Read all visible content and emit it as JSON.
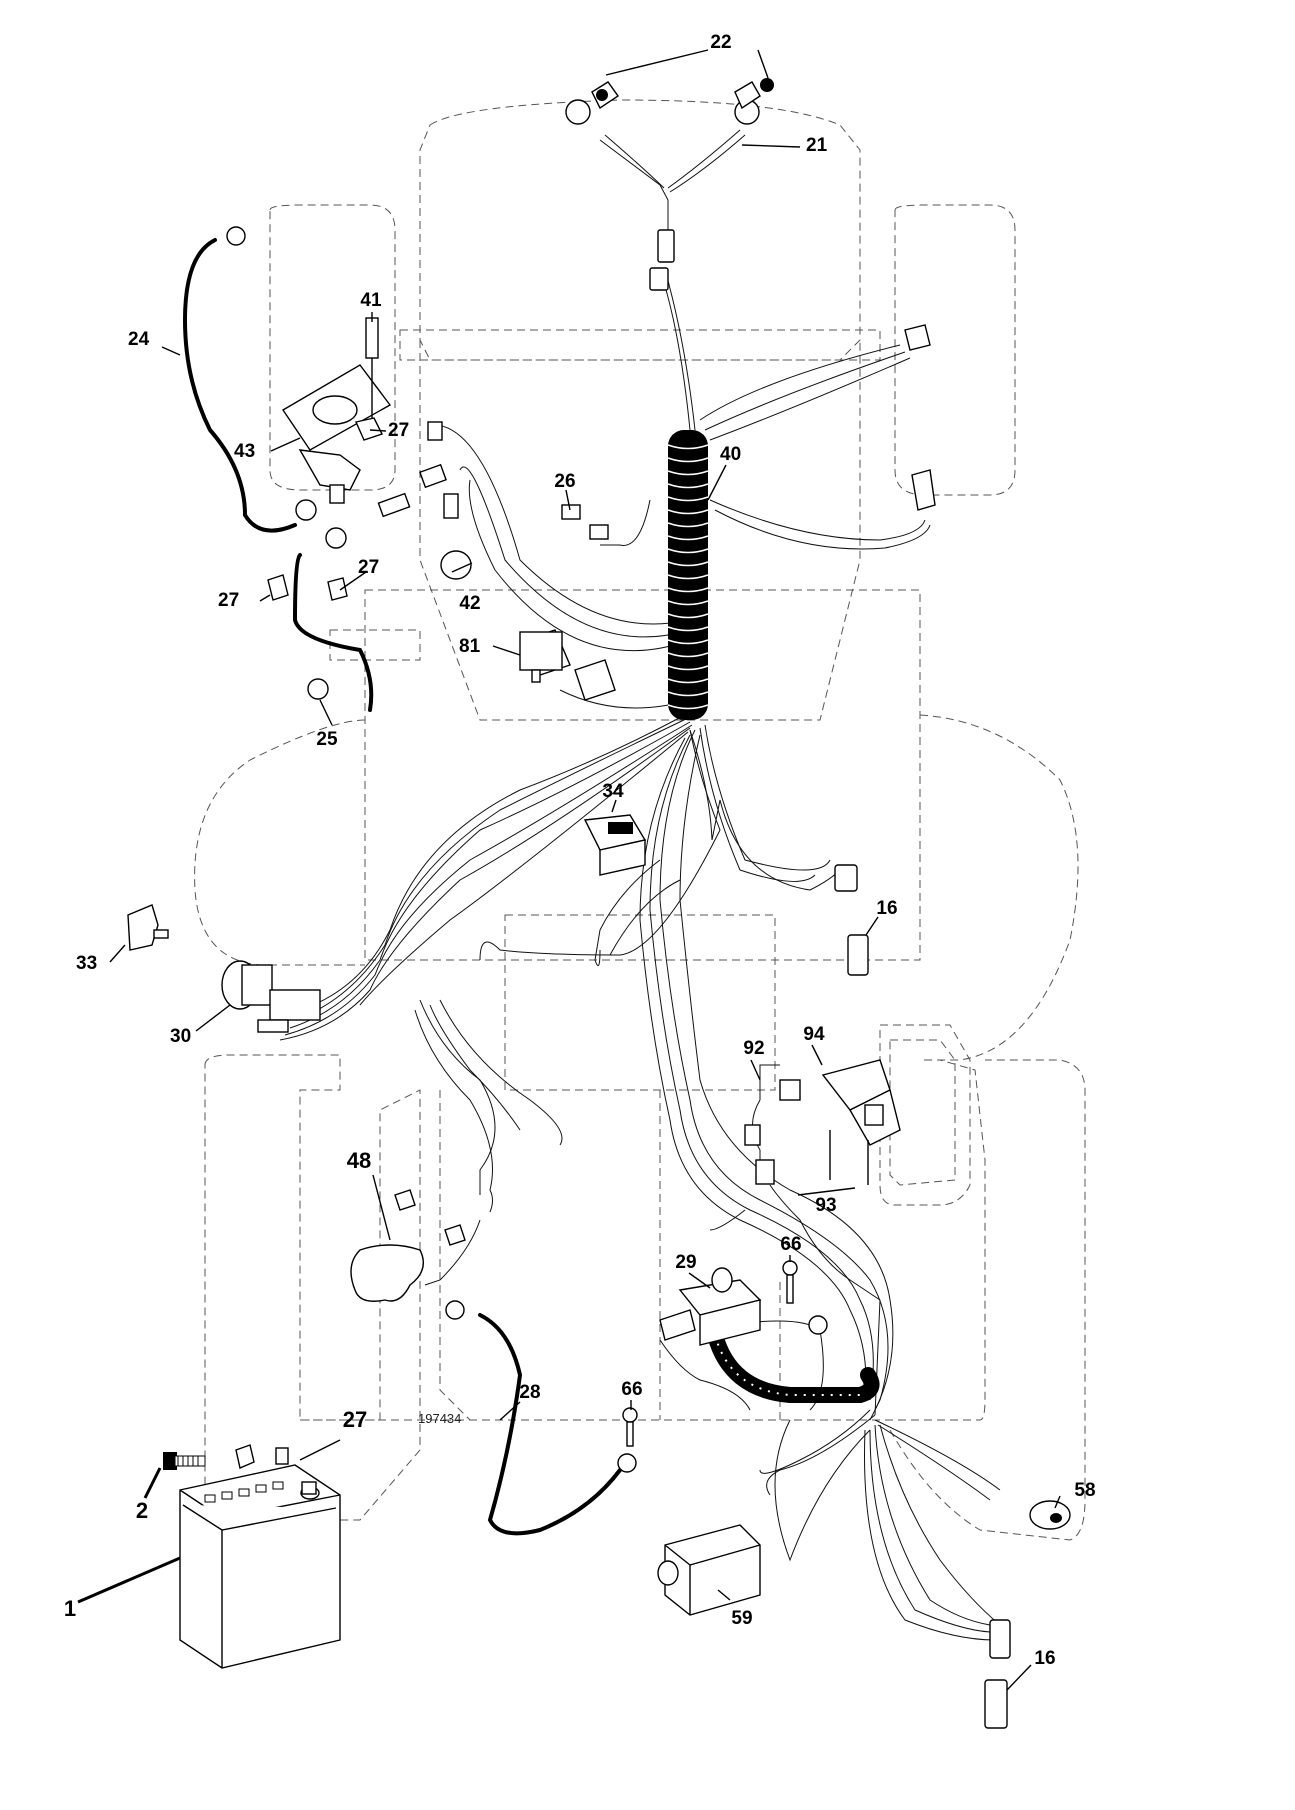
{
  "drawing_number": "197434",
  "callouts": {
    "c1": "1",
    "c2": "2",
    "c16a": "16",
    "c16b": "16",
    "c21": "21",
    "c22": "22",
    "c24": "24",
    "c25": "25",
    "c26": "26",
    "c27a": "27",
    "c27b": "27",
    "c27c": "27",
    "c27d": "27",
    "c28": "28",
    "c29": "29",
    "c30": "30",
    "c33": "33",
    "c34": "34",
    "c40": "40",
    "c41": "41",
    "c42": "42",
    "c43": "43",
    "c48": "48",
    "c58": "58",
    "c59": "59",
    "c66a": "66",
    "c66b": "66",
    "c81": "81",
    "c92": "92",
    "c93": "93",
    "c94": "94"
  }
}
